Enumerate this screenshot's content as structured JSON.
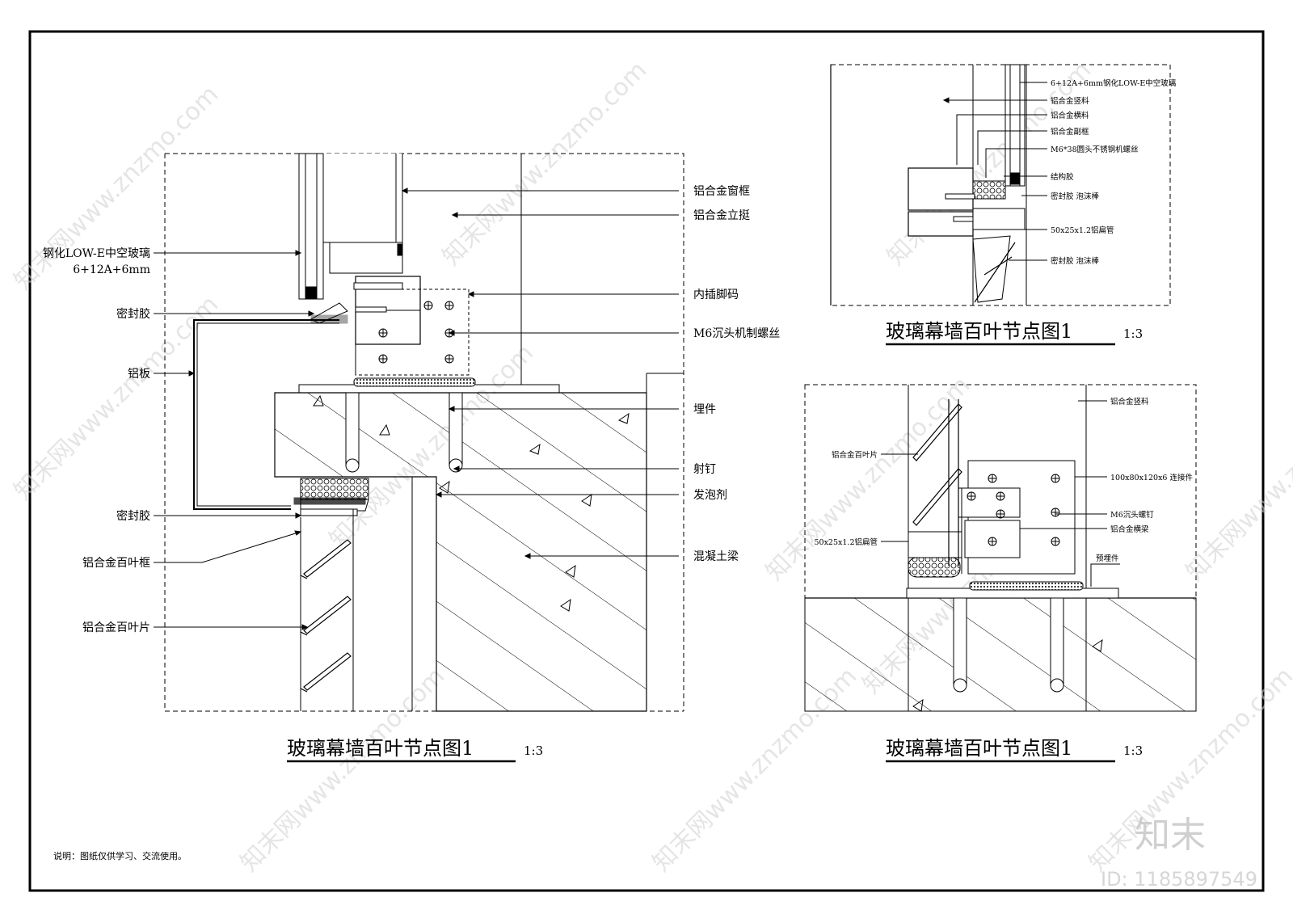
{
  "left_detail": {
    "labels_right": [
      "铝合金窗框",
      "铝合金立挺",
      "内插脚码",
      "M6沉头机制螺丝",
      "埋件",
      "射钉",
      "发泡剂",
      "混凝土梁"
    ],
    "labels_left": [
      "钢化LOW-E中空玻璃",
      "6+12A+6mm",
      "密封胶",
      "铝板",
      "密封胶",
      "铝合金百叶框",
      "铝合金百叶片"
    ],
    "title": "玻璃幕墙百叶节点图1",
    "scale": "1:3"
  },
  "top_right_detail": {
    "labels": [
      "6+12A+6mm钢化LOW-E中空玻璃",
      "铝合金竖料",
      "铝合金横料",
      "铝合金副框",
      "M6*38圆头不锈钢机螺丝",
      "结构胶",
      "密封胶  泡沫棒",
      "50x25x1.2铝扁管",
      "密封胶  泡沫棒"
    ],
    "title": "玻璃幕墙百叶节点图1",
    "scale": "1:3"
  },
  "bottom_right_detail": {
    "labels": [
      "铝合金竖料",
      "铝合金百叶片",
      "100x80x120x6 连接件",
      "M6沉头螺钉",
      "铝合金横梁",
      "50x25x1.2铝扁管",
      "预埋件"
    ],
    "title": "玻璃幕墙百叶节点图1",
    "scale": "1:3"
  },
  "note": "说明：图纸仅供学习、交流使用。",
  "watermark": {
    "text": "知末网www.znzmo.com",
    "brand": "知末",
    "id": "ID: 1185897549"
  }
}
